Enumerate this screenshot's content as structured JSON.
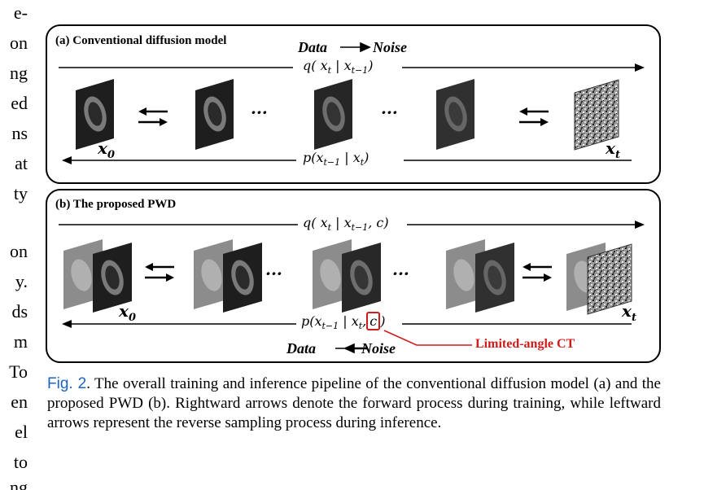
{
  "left_column_fragments": [
    "e-",
    "on",
    "ng",
    "ed",
    "ns",
    "at",
    "ty",
    "on",
    "y.",
    "ds",
    "m",
    "To",
    "en",
    "el",
    "to",
    "ng"
  ],
  "panel_a": {
    "title": "(a) Conventional diffusion model",
    "flow_from": "Data",
    "flow_to": "Noise",
    "forward_eq_head": "q( x",
    "forward_eq_t": "t",
    "forward_eq_mid": " | x",
    "forward_eq_tm1": "t−1",
    "forward_eq_tail": ")",
    "reverse_eq_head": "p(x",
    "reverse_eq_tm1": "t−1",
    "reverse_eq_mid": " | x",
    "reverse_eq_t": "t",
    "reverse_eq_tail": ")",
    "x_start": "x",
    "x_start_sub": "0",
    "x_end": "x",
    "x_end_sub": "t",
    "ellipsis": "···"
  },
  "panel_b": {
    "title": "(b) The proposed PWD",
    "forward_eq_head": "q( x",
    "forward_eq_t": "t",
    "forward_eq_mid": " | x",
    "forward_eq_tm1": "t−1",
    "forward_eq_tail": ", c)",
    "reverse_eq_head": "p(x",
    "reverse_eq_tm1": "t−1",
    "reverse_eq_mid": " | x",
    "reverse_eq_t": "t",
    "reverse_eq_comma": ",",
    "reverse_eq_c": "c",
    "reverse_eq_tail": ")",
    "x_start": "x",
    "x_start_sub": "0",
    "x_end": "x",
    "x_end_sub": "t",
    "ellipsis": "···",
    "flow_from": "Data",
    "flow_to": "Noise",
    "condition_label": "Limited-angle CT"
  },
  "caption": {
    "fig_number": "Fig. 2",
    "text": ". The overall training and inference pipeline of the conventional diffusion model (a) and the proposed PWD (b). Rightward arrows denote the forward process during training, while leftward arrows represent the reverse sampling process during inference."
  },
  "colors": {
    "caption_fig_number": "#1c64c0",
    "condition_highlight": "#d01b1b",
    "image_dark": "#1e1e1e",
    "image_gray": "#8c8c8c"
  }
}
